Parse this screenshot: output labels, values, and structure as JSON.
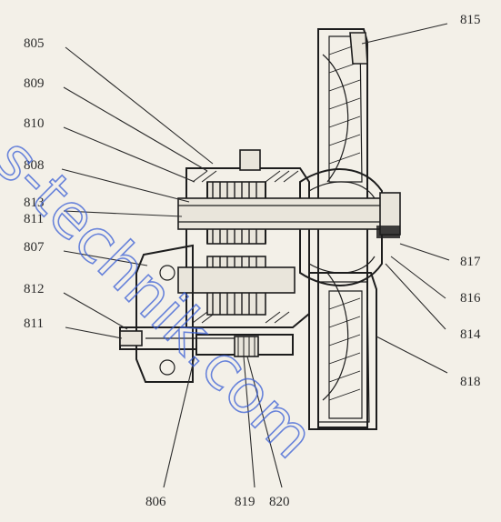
{
  "diagram": {
    "callouts": [
      {
        "id": "805",
        "label": "805"
      },
      {
        "id": "809",
        "label": "809"
      },
      {
        "id": "810",
        "label": "810"
      },
      {
        "id": "808",
        "label": "808"
      },
      {
        "id": "813",
        "label": "813"
      },
      {
        "id": "811a",
        "label": "811"
      },
      {
        "id": "807",
        "label": "807"
      },
      {
        "id": "812",
        "label": "812"
      },
      {
        "id": "811b",
        "label": "811"
      },
      {
        "id": "815",
        "label": "815"
      },
      {
        "id": "817",
        "label": "817"
      },
      {
        "id": "816",
        "label": "816"
      },
      {
        "id": "814",
        "label": "814"
      },
      {
        "id": "818",
        "label": "818"
      },
      {
        "id": "806",
        "label": "806"
      },
      {
        "id": "819",
        "label": "819"
      },
      {
        "id": "820",
        "label": "820"
      }
    ],
    "watermark": "s-technik.com"
  },
  "colors": {
    "ink": "#1d1d1d",
    "paper": "#f3f0e8",
    "watermark": "#3a5fd6"
  }
}
